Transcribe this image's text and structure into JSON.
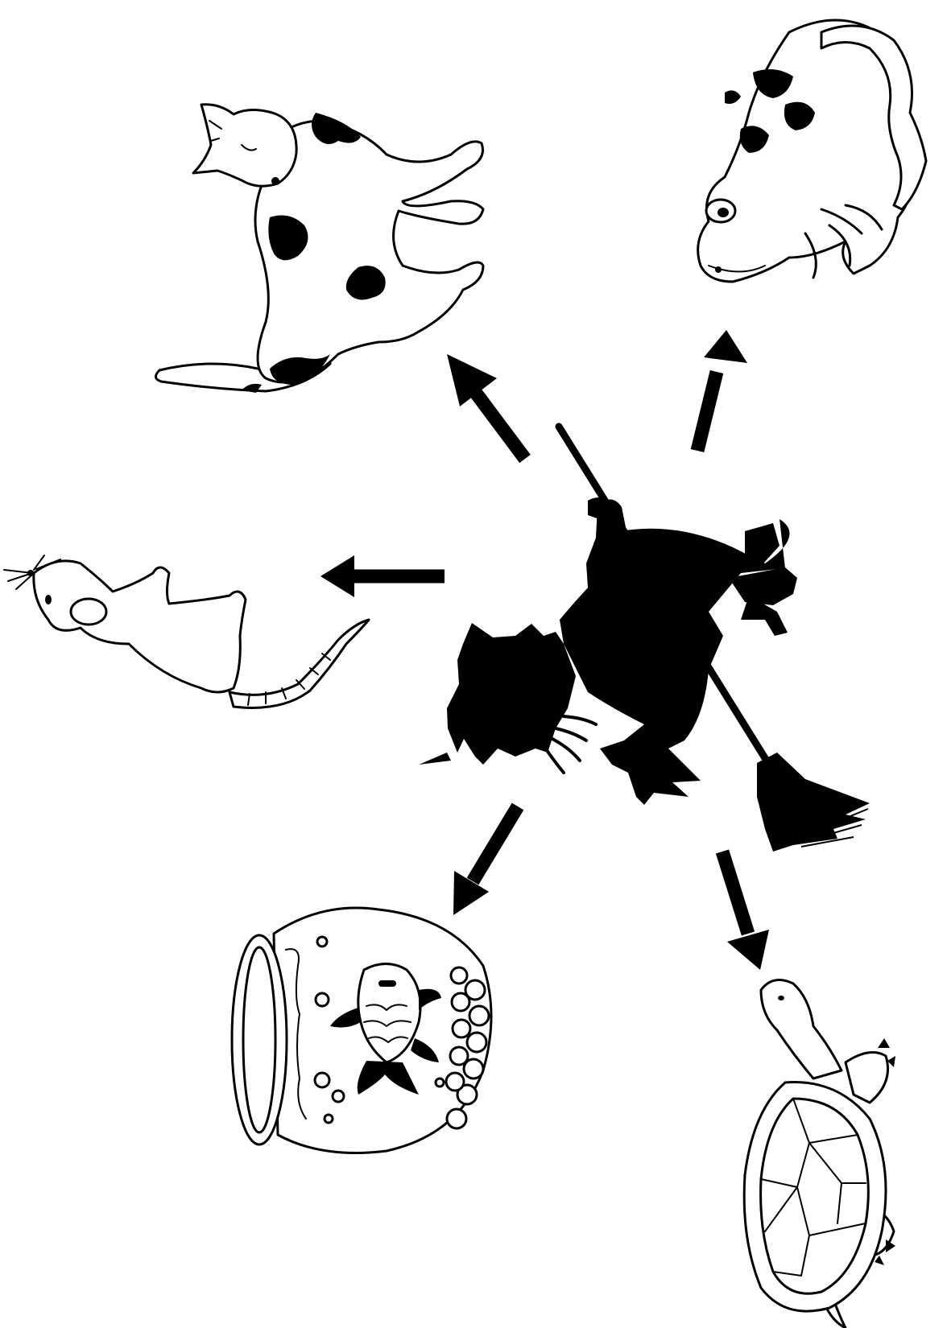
{
  "diagram": {
    "center": {
      "name": "witch-on-broomstick",
      "fill": "#000000"
    },
    "targets": [
      {
        "id": "cat",
        "icon": "cat-icon"
      },
      {
        "id": "frog",
        "icon": "frog-icon"
      },
      {
        "id": "rat",
        "icon": "rat-icon"
      },
      {
        "id": "goldfish-bowl",
        "icon": "goldfish-bowl-icon"
      },
      {
        "id": "turtle",
        "icon": "turtle-icon"
      }
    ],
    "arrow_color": "#000000",
    "background": "#ffffff"
  }
}
